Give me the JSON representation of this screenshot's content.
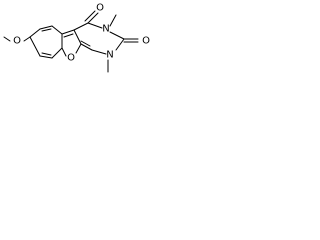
{
  "structure": {
    "colors": {
      "bond": "#000000",
      "label": "#000000",
      "background": "#ffffff"
    },
    "atoms": {
      "methoxy_o": "O",
      "furan_o": "O",
      "carbonyl_o_top": "O",
      "carbonyl_o_right": "O",
      "n_upper": "N",
      "n_lower": "N"
    }
  }
}
